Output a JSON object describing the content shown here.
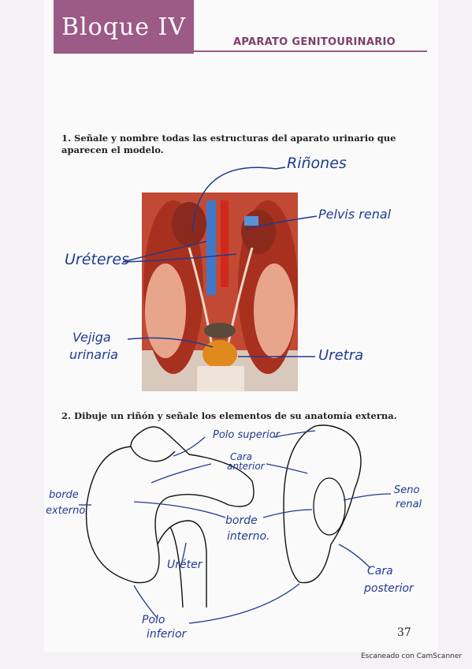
{
  "header": {
    "block_title": "Bloque IV",
    "section": "APARATO GENITOURINARIO"
  },
  "questions": {
    "q1": "1. Señale y nombre todas las estructuras del aparato urinario que aparecen el modelo.",
    "q2": "2. Dibuje un riñón y señale los elementos de su anatomía externa."
  },
  "labels_q1": {
    "rinones": "Riñones",
    "pelvis": "Pelvis renal",
    "ureteres": "Uréteres",
    "vejiga": "Vejiga",
    "urinaria": "urinaria",
    "uretra": "Uretra"
  },
  "labels_q2": {
    "polo_superior": "Polo superior",
    "cara_1": "Cara",
    "cara_anterior": "anterior",
    "borde_1": "borde",
    "borde_externo": "externo",
    "seno": "Seno",
    "renal": "renal",
    "borde_int_1": "borde",
    "borde_interno": "interno.",
    "ureter": "Uréter",
    "cara_2": "Cara",
    "cara_posterior": "posterior",
    "polo_1": "Polo",
    "polo_inferior": "inferior"
  },
  "page_number": "37",
  "watermark": "Escaneado con CamScanner",
  "colors": {
    "accent": "#9c5a86",
    "ink": "#1f3b8f"
  }
}
